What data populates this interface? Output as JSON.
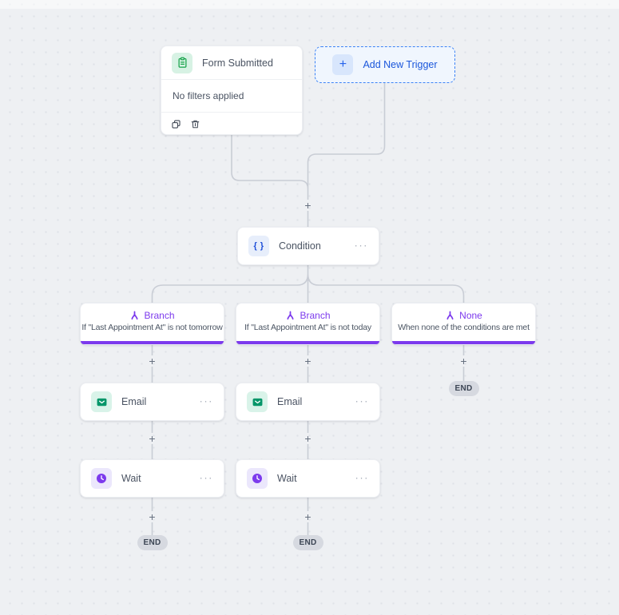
{
  "trigger_card": {
    "title": "Form Submitted",
    "filters_text": "No filters applied"
  },
  "add_trigger": {
    "plus": "+",
    "label": "Add New Trigger"
  },
  "condition_card": {
    "icon_glyph": "{ }",
    "title": "Condition"
  },
  "branches": [
    {
      "label": "Branch",
      "description": "If \"Last Appointment At\" is not tomorrow"
    },
    {
      "label": "Branch",
      "description": "If \"Last Appointment At\" is not today"
    },
    {
      "label": "None",
      "description": "When none of the conditions are met"
    }
  ],
  "actions": {
    "email_label": "Email",
    "wait_label": "Wait"
  },
  "connectors": {
    "plus": "+",
    "end_label": "END",
    "menu_glyph": "···"
  },
  "colors": {
    "accent_purple": "#7c3aed",
    "accent_blue": "#2563eb",
    "accent_green": "#059669",
    "canvas_bg": "#eef0f3"
  }
}
